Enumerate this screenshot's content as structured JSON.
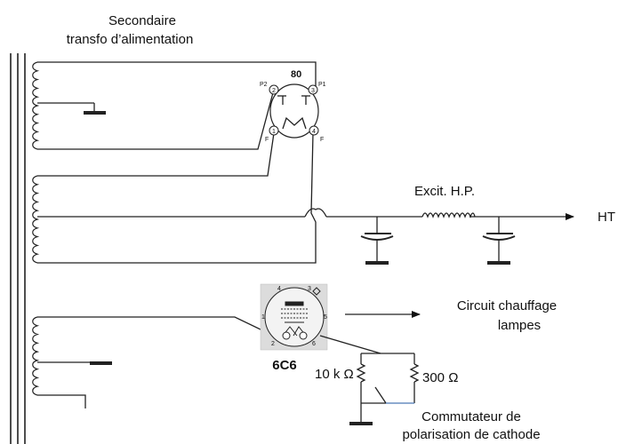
{
  "title_line1": "Secondaire",
  "title_line2": "transfo d’alimentation",
  "tube_80": {
    "label": "80",
    "pin1": "1",
    "pin2": "2",
    "pin3": "3",
    "pin4": "4",
    "p2": "P2",
    "p1": "P1",
    "f_left": "F",
    "f_right": "F"
  },
  "excit_label": "Excit. H.P.",
  "ht_label": "HT",
  "tube_6c6": {
    "label": "6C6",
    "pin1": "1",
    "pin2": "2",
    "pin3": "3",
    "pin4": "4",
    "pin5": "5",
    "pin6": "6"
  },
  "heater_line1": "Circuit chauffage",
  "heater_line2": "lampes",
  "r1_label": "10 k Ω",
  "r2_label": "300 Ω",
  "switch_line1": "Commutateur de",
  "switch_line2": "polarisation de cathode"
}
